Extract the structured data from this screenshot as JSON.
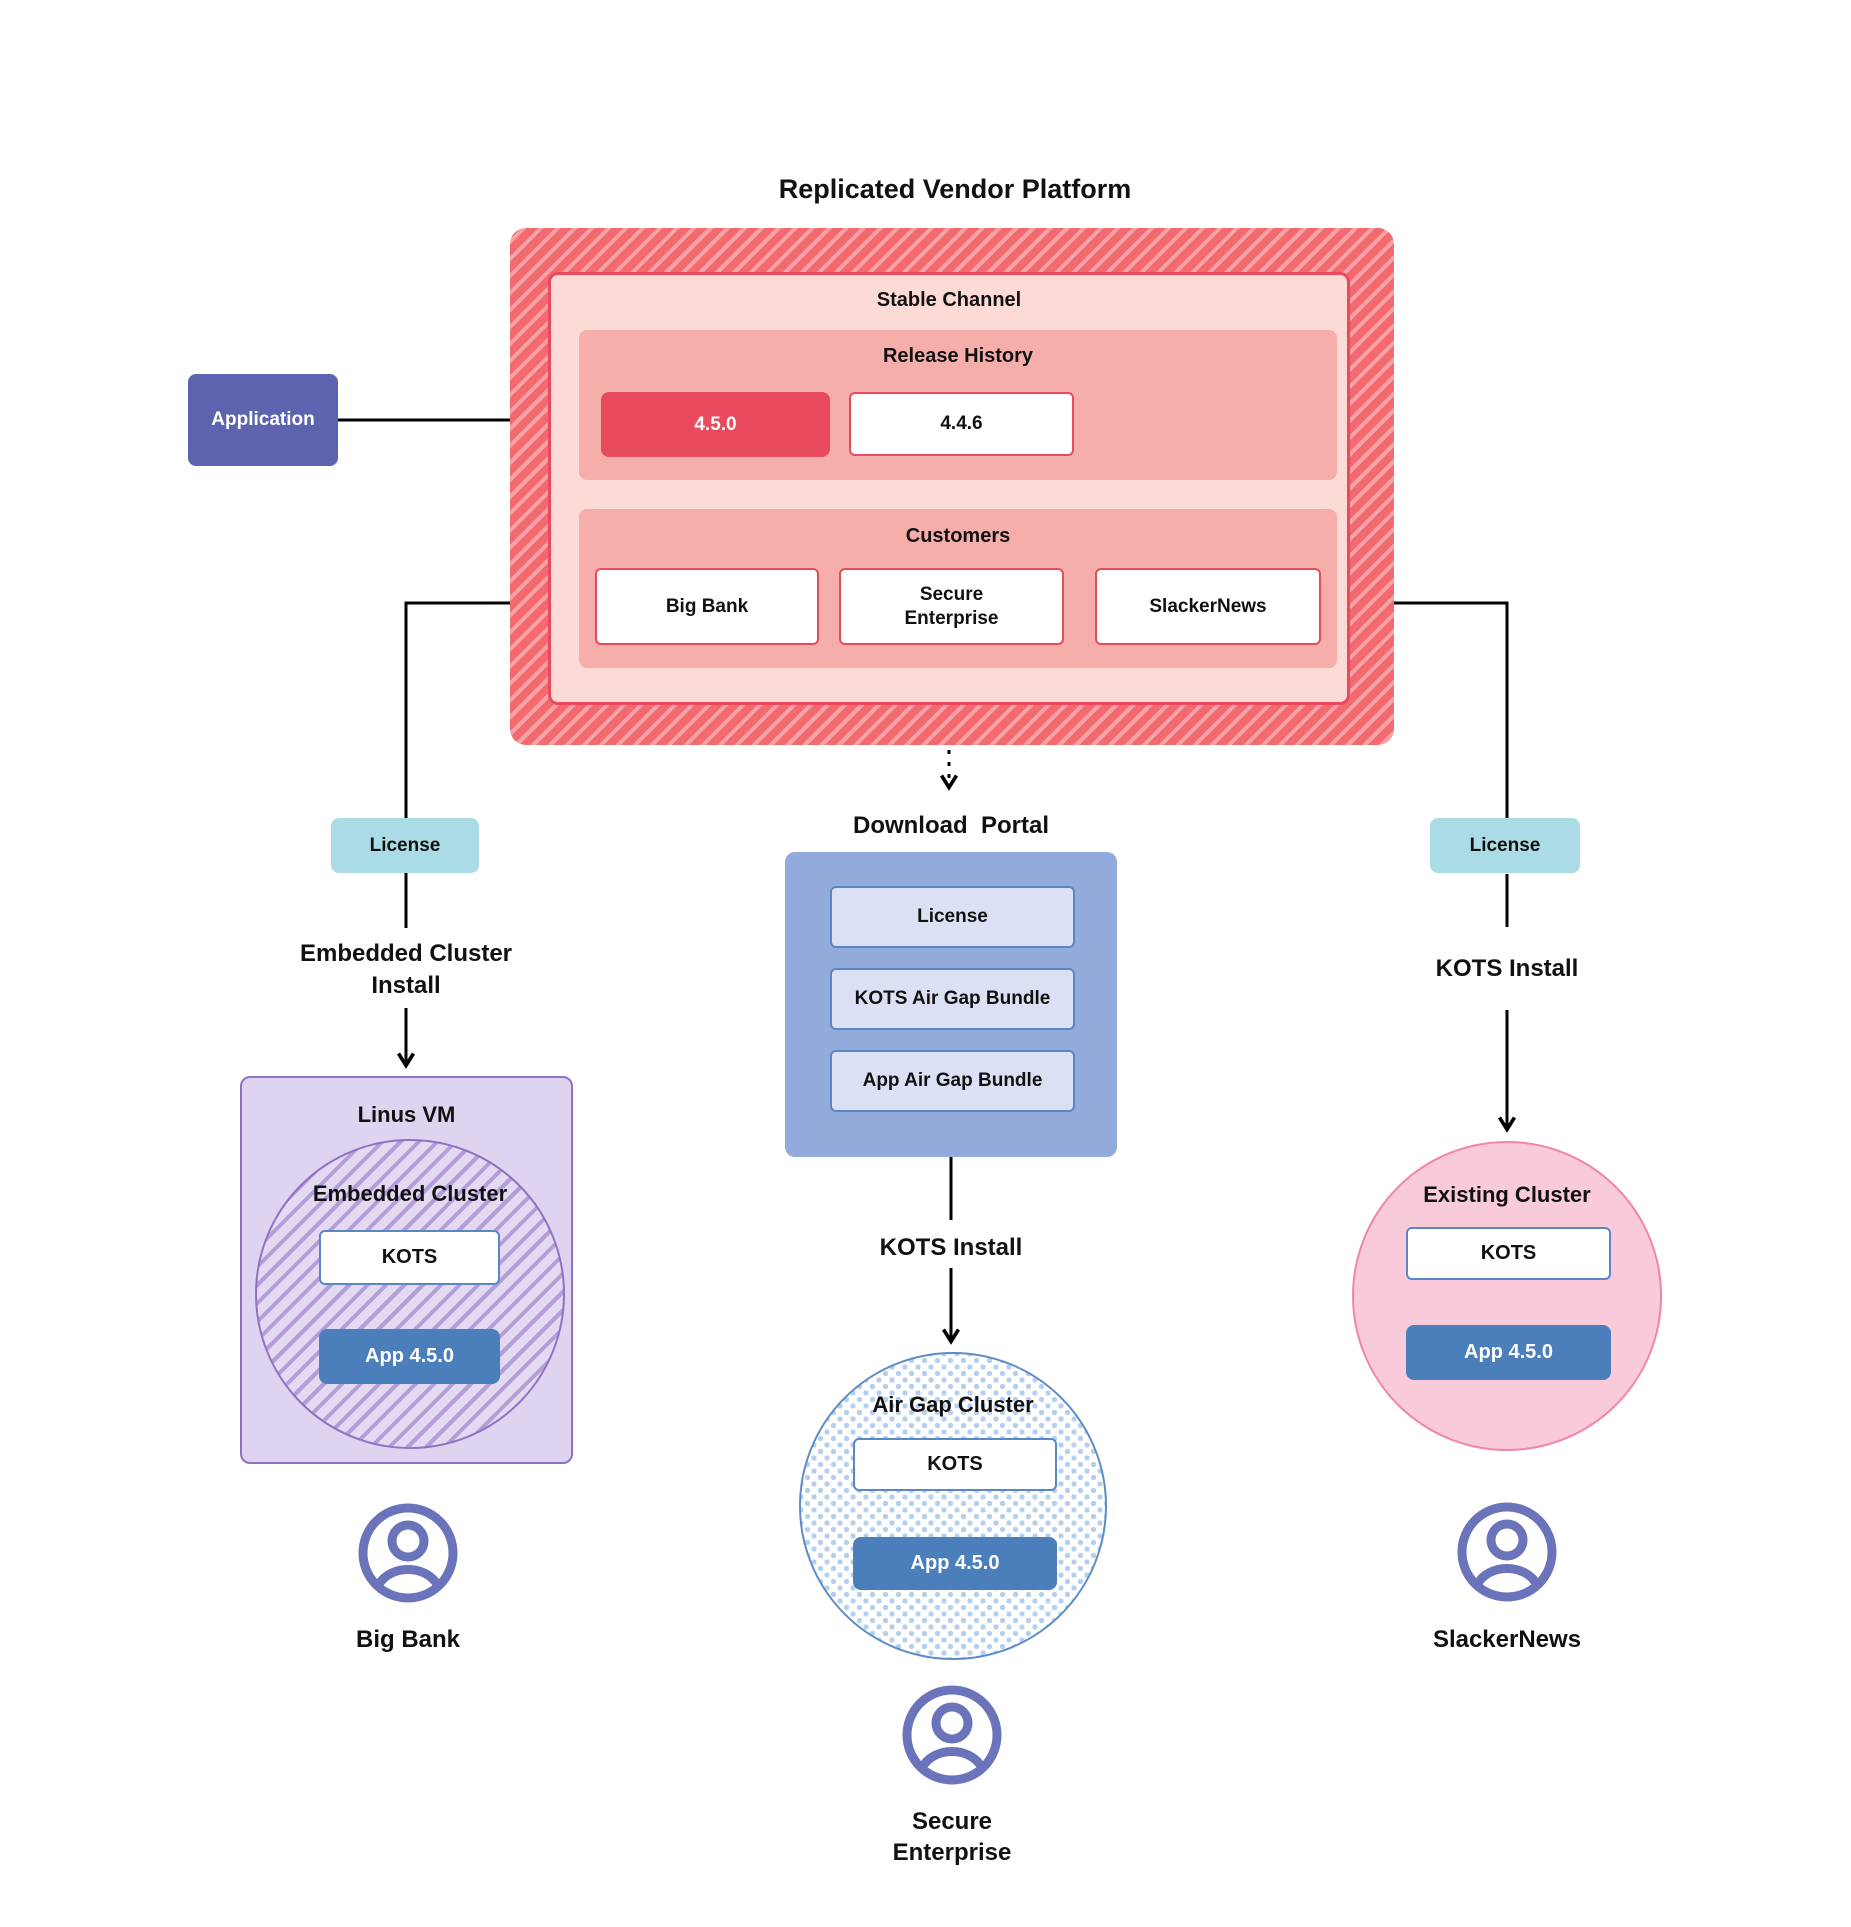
{
  "title": "Replicated Vendor Platform",
  "platform": {
    "stable_channel_label": "Stable Channel",
    "release_history_label": "Release History",
    "releases": [
      "4.5.0",
      "4.4.6"
    ],
    "customers_label": "Customers",
    "customers": [
      "Big Bank",
      "Secure Enterprise",
      "SlackerNews"
    ]
  },
  "application_label": "Application",
  "left_flow": {
    "license_label": "License",
    "install_label": "Embedded Cluster Install",
    "vm_title": "Linus VM",
    "cluster_label": "Embedded Cluster",
    "kots_label": "KOTS",
    "app_label": "App 4.5.0",
    "customer_name": "Big Bank"
  },
  "center_flow": {
    "portal_title": "Download  Portal",
    "portal_items": [
      "License",
      "KOTS Air Gap Bundle",
      "App Air Gap Bundle"
    ],
    "install_label": "KOTS Install",
    "cluster_label": "Air Gap Cluster",
    "kots_label": "KOTS",
    "app_label": "App 4.5.0",
    "customer_name": "Secure Enterprise"
  },
  "right_flow": {
    "license_label": "License",
    "install_label": "KOTS Install",
    "cluster_label": "Existing Cluster",
    "kots_label": "KOTS",
    "app_label": "App 4.5.0",
    "customer_name": "SlackerNews"
  },
  "colors": {
    "stripe_red": "#f2696f",
    "stripe_red_light": "#f7a3a6",
    "channel_bg": "#fcdbd6",
    "channel_border": "#e84a5e",
    "section_bg": "#f5aeaa",
    "release_highlight_bg": "#e84a5e",
    "application_bg": "#5d63af",
    "license_bg": "#abdbe4",
    "portal_bg": "#92abda",
    "portal_item_bg": "#dbe0f5",
    "portal_item_border": "#5987c6",
    "app_version_bg": "#4b7fbc",
    "vm_bg": "#ded4ef",
    "vm_border": "#8f72c3",
    "hatch_purple": "#b49eda",
    "pink_circle_bg": "#f9cad9",
    "pink_circle_border": "#ef86a6",
    "dot_blue": "#b5cfee",
    "person_icon": "#6b74bb",
    "connector": "#000000"
  }
}
